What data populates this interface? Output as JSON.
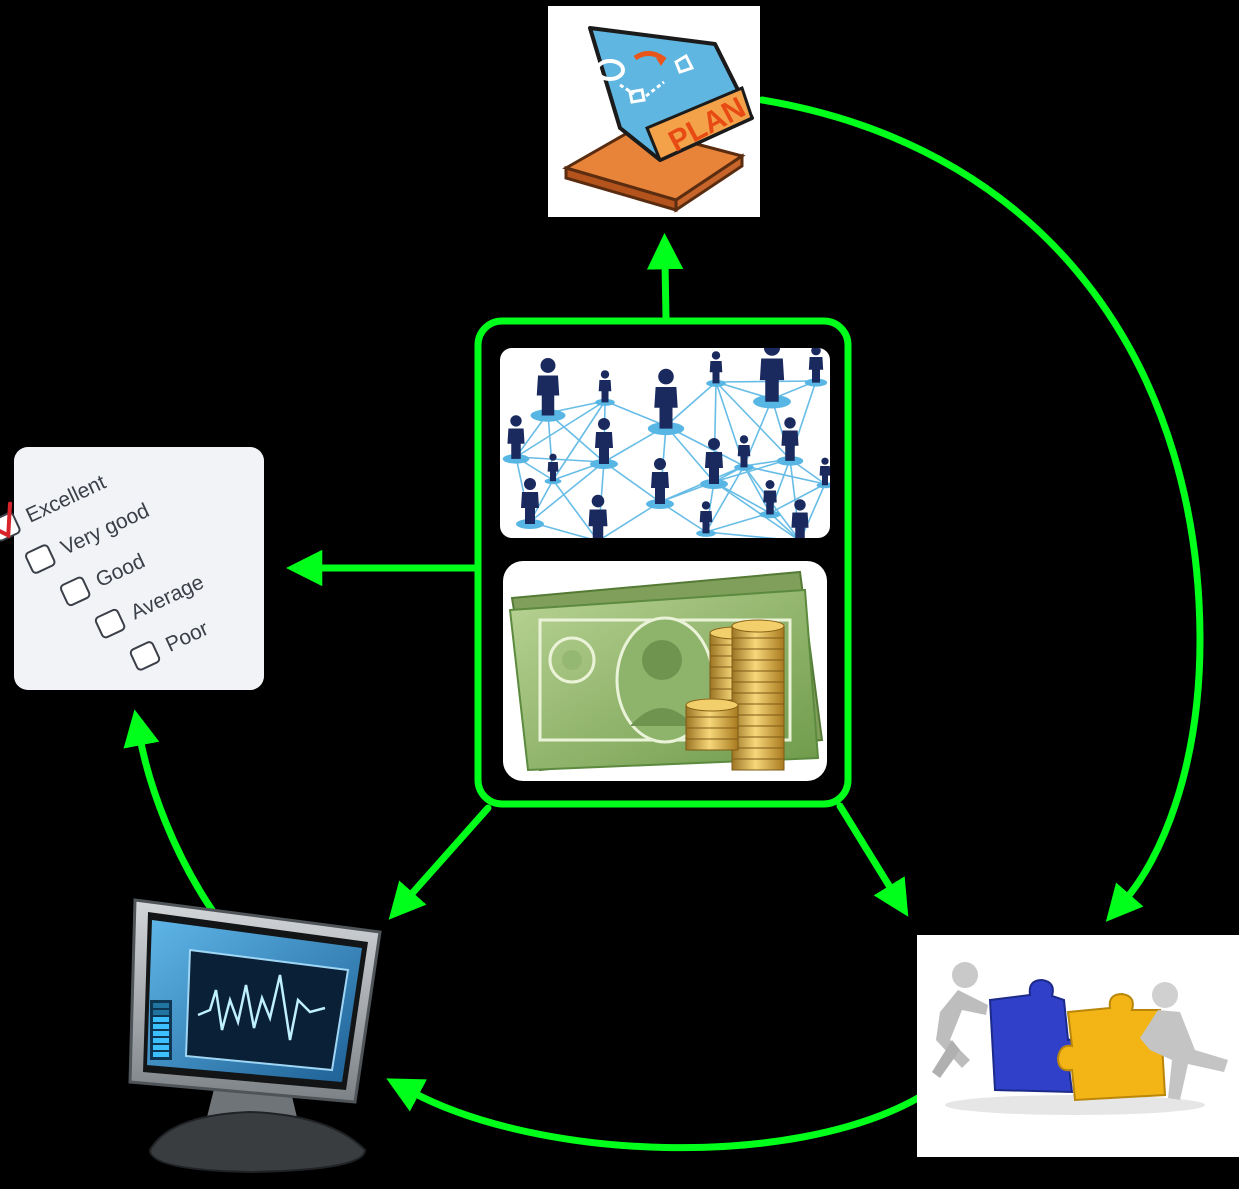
{
  "colors": {
    "background": "#000000",
    "arrow": "#00ff1a",
    "frame": "#00ff1a"
  },
  "nodes": {
    "plan": {
      "icon": "plan-book-icon",
      "label": "PLAN"
    },
    "center": {
      "icons": [
        "people-network-icon",
        "money-coins-icon"
      ]
    },
    "evaluation": {
      "icon": "rating-checklist-icon",
      "options": [
        "Excellent",
        "Very good",
        "Good",
        "Average",
        "Poor"
      ],
      "checked": "Excellent"
    },
    "collaboration": {
      "icon": "puzzle-teamwork-icon"
    },
    "monitoring": {
      "icon": "monitor-waveform-icon"
    }
  }
}
